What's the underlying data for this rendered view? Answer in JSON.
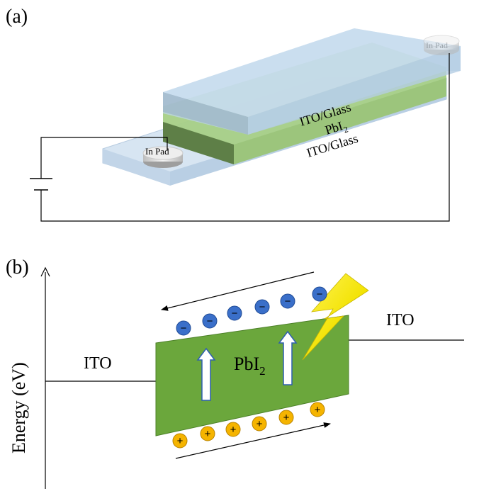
{
  "panel_a": {
    "label": "(a)",
    "pad_left": "In Pad",
    "pad_right": "In Pad",
    "layer_top": "ITO/Glass",
    "layer_mid_base": "PbI",
    "layer_mid_sub": "2",
    "layer_bottom": "ITO/Glass"
  },
  "panel_b": {
    "label": "(b)",
    "y_axis_label": "Energy (eV)",
    "left_electrode": "ITO",
    "right_electrode": "ITO",
    "material_base": "PbI",
    "material_sub": "2",
    "electron_symbol": "−",
    "hole_symbol": "+",
    "electron_count": 6,
    "hole_count": 6
  },
  "colors": {
    "glass": "#c9dcef",
    "glass_edge": "#a9c2db",
    "pbi2_layer": "#8fbf6a",
    "pbi2_band": "#6aa83c",
    "electron": "#3a6fc9",
    "hole": "#f5b400",
    "lightning": "#f2e200"
  }
}
